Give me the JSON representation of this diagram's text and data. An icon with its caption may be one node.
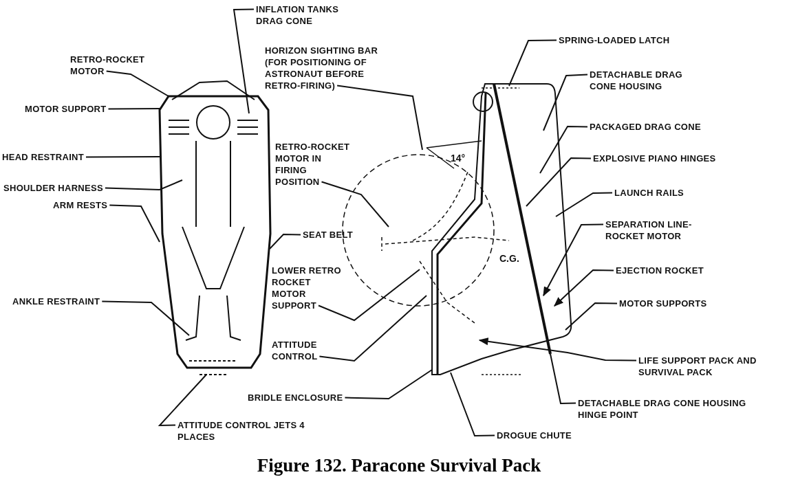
{
  "diagram": {
    "caption": "Figure 132.   Paracone Survival Pack",
    "nodes": [
      {
        "text": [
          "INFLATION TANKS DRAG CONE"
        ]
      },
      {
        "text": [
          "RETRO-ROCKET MOTOR"
        ]
      },
      {
        "text": [
          "MOTOR SUPPORT"
        ]
      },
      {
        "text": [
          "HEAD RESTRAINT"
        ]
      },
      {
        "text": [
          "SHOULDER HARNESS"
        ]
      },
      {
        "text": [
          "ARM RESTS"
        ]
      },
      {
        "text": [
          "SEAT BELT"
        ]
      },
      {
        "text": [
          "ANKLE RESTRAINT"
        ]
      },
      {
        "text": [
          "ATTITUDE CONTROL JETS 4 PLACES"
        ]
      },
      {
        "text": [
          "HORIZON SIGHTING BAR (FOR POSITIONING OF ASTRONAUT BEFORE RETRO-FIRING)"
        ]
      },
      {
        "text": [
          "RETRO-ROCKET MOTOR IN FIRING POSITION"
        ]
      },
      {
        "text": [
          "LOWER RETRO ROCKET MOTOR SUPPORT"
        ]
      },
      {
        "text": [
          "ATTITUDE CONTROL"
        ]
      },
      {
        "text": [
          "BRIDLE ENCLOSURE"
        ]
      },
      {
        "text": [
          "SPRING-LOADED LATCH"
        ]
      },
      {
        "text": [
          "DETACHABLE DRAG CONE HOUSING"
        ]
      },
      {
        "text": [
          "PACKAGED DRAG CONE"
        ]
      },
      {
        "text": [
          "EXPLOSIVE PIANO HINGES"
        ]
      },
      {
        "text": [
          "LAUNCH RAILS"
        ]
      },
      {
        "text": [
          "SEPARATION LINE- ROCKET MOTOR"
        ]
      },
      {
        "text": [
          "EJECTION ROCKET"
        ]
      },
      {
        "text": [
          "MOTOR SUPPORTS"
        ]
      },
      {
        "text": [
          "LIFE SUPPORT PACK AND SURVIVAL PACK"
        ]
      },
      {
        "text": [
          "DETACHABLE DRAG CONE HOUSING HINGE POINT"
        ]
      },
      {
        "text": [
          "DROGUE CHUTE"
        ]
      },
      {
        "text": [],
        "shape": "picture"
      },
      {
        "text": [],
        "shape": "picture"
      }
    ],
    "edges": [
      {
        "from": 0,
        "to": 25,
        "arrow": "none"
      },
      {
        "from": 1,
        "to": 25,
        "arrow": "none"
      },
      {
        "from": 2,
        "to": 25,
        "arrow": "none"
      },
      {
        "from": 3,
        "to": 25,
        "arrow": "none"
      },
      {
        "from": 4,
        "to": 25,
        "arrow": "none"
      },
      {
        "from": 5,
        "to": 25,
        "arrow": "none"
      },
      {
        "from": 6,
        "to": 25,
        "arrow": "none"
      },
      {
        "from": 7,
        "to": 25,
        "arrow": "none"
      },
      {
        "from": 8,
        "to": 25,
        "arrow": "none"
      },
      {
        "from": 9,
        "to": 26,
        "arrow": "none"
      },
      {
        "from": 10,
        "to": 26,
        "arrow": "none"
      },
      {
        "from": 11,
        "to": 26,
        "arrow": "none"
      },
      {
        "from": 12,
        "to": 26,
        "arrow": "none"
      },
      {
        "from": 13,
        "to": 26,
        "arrow": "none"
      },
      {
        "from": 14,
        "to": 26,
        "arrow": "none"
      },
      {
        "from": 15,
        "to": 26,
        "arrow": "none"
      },
      {
        "from": 16,
        "to": 26,
        "arrow": "none"
      },
      {
        "from": 17,
        "to": 26,
        "arrow": "none"
      },
      {
        "from": 18,
        "to": 26,
        "arrow": "none"
      },
      {
        "from": 19,
        "to": 26,
        "arrow": "to"
      },
      {
        "from": 20,
        "to": 26,
        "arrow": "to"
      },
      {
        "from": 21,
        "to": 26,
        "arrow": "none"
      },
      {
        "from": 22,
        "to": 26,
        "arrow": "to"
      },
      {
        "from": 23,
        "to": 26,
        "arrow": "none"
      },
      {
        "from": 24,
        "to": 26,
        "arrow": "none"
      }
    ],
    "labels": [
      "14°",
      "C.G."
    ]
  }
}
